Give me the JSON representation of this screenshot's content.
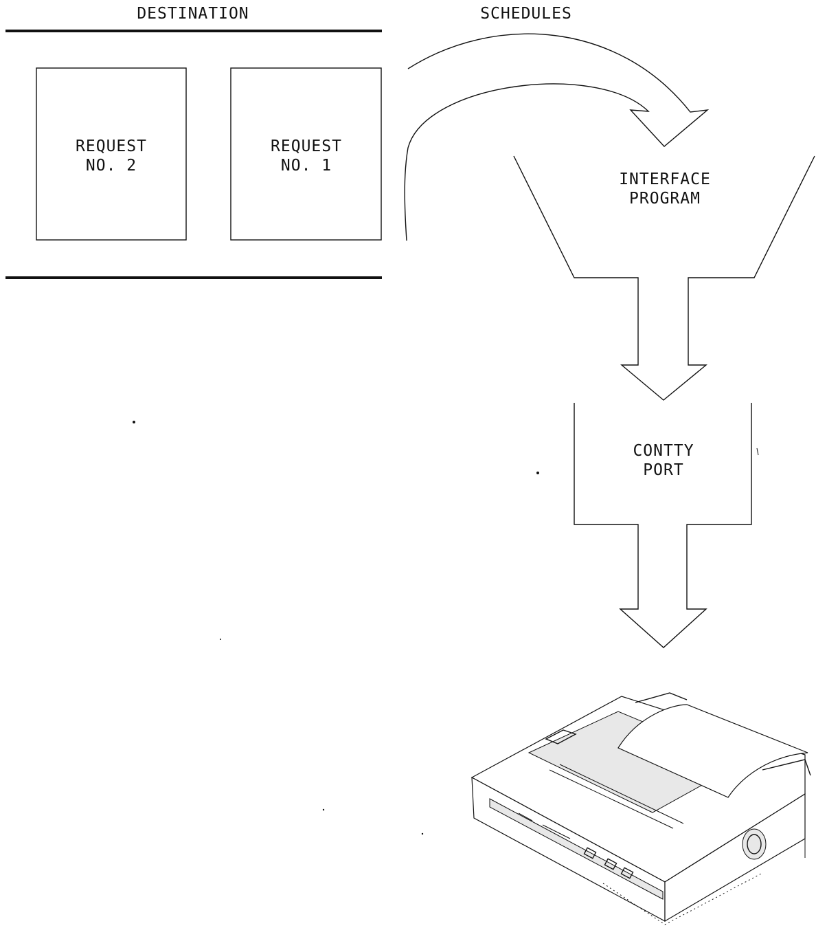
{
  "labels": {
    "destination": "DESTINATION",
    "schedules": "SCHEDULES",
    "request_2_line1": "REQUEST",
    "request_2_line2": "NO. 2",
    "request_1_line1": "REQUEST",
    "request_1_line2": "NO. 1",
    "interface_line1": "INTERFACE",
    "interface_line2": "PROGRAM",
    "contty_line1": "CONTTY",
    "contty_line2": "PORT"
  },
  "icons": {
    "output_device": "printer-icon"
  }
}
